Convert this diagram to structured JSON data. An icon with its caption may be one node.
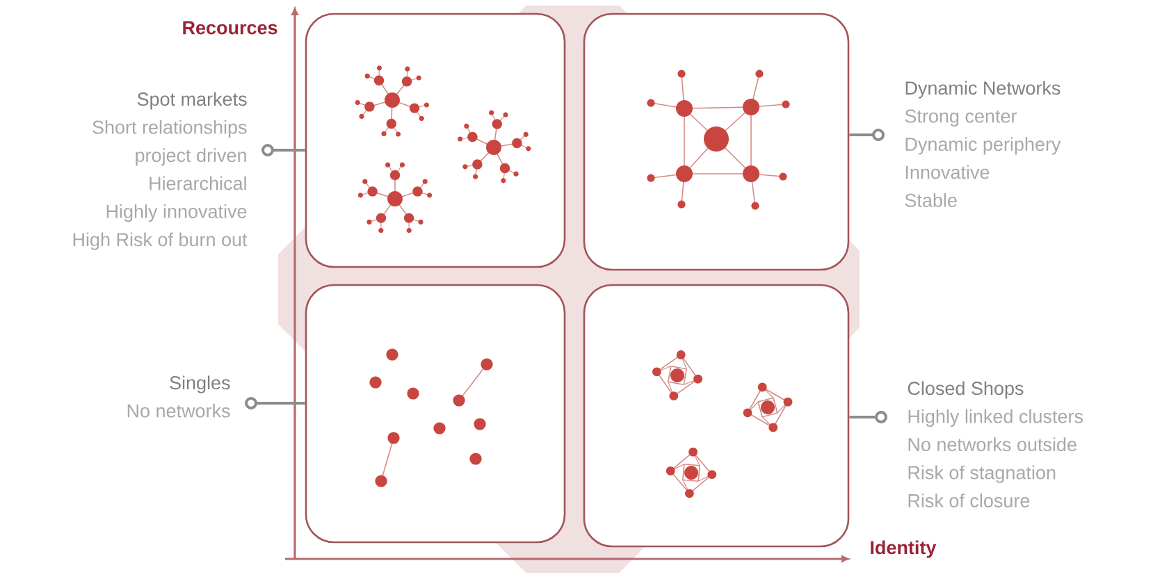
{
  "diagram": {
    "nodes": [
      {
        "text": [
          "Spot markets",
          "Short relationships",
          "project driven",
          "Hierarchical",
          "Highly innovative",
          "High Risk of burn out"
        ]
      },
      {
        "text": [],
        "shape": "box"
      },
      {
        "text": [],
        "shape": "box"
      },
      {
        "text": [
          "Dynamic Networks",
          "Strong center",
          "Dynamic periphery",
          "Innovative",
          "Stable"
        ]
      },
      {
        "text": [
          "Singles",
          "No networks"
        ]
      },
      {
        "text": [],
        "shape": "box"
      },
      {
        "text": [],
        "shape": "box"
      },
      {
        "text": [
          "Closed Shops",
          "Highly linked clusters",
          "No networks outside",
          "Risk of stagnation",
          "Risk of closure"
        ]
      }
    ],
    "edges": [
      {
        "from": 0,
        "to": 1,
        "arrow": "other"
      },
      {
        "from": 3,
        "to": 2,
        "arrow": "other"
      },
      {
        "from": 4,
        "to": 5,
        "arrow": "other"
      },
      {
        "from": 7,
        "to": 6,
        "arrow": "other"
      }
    ],
    "labels": [
      "Recources",
      "Identity"
    ]
  }
}
